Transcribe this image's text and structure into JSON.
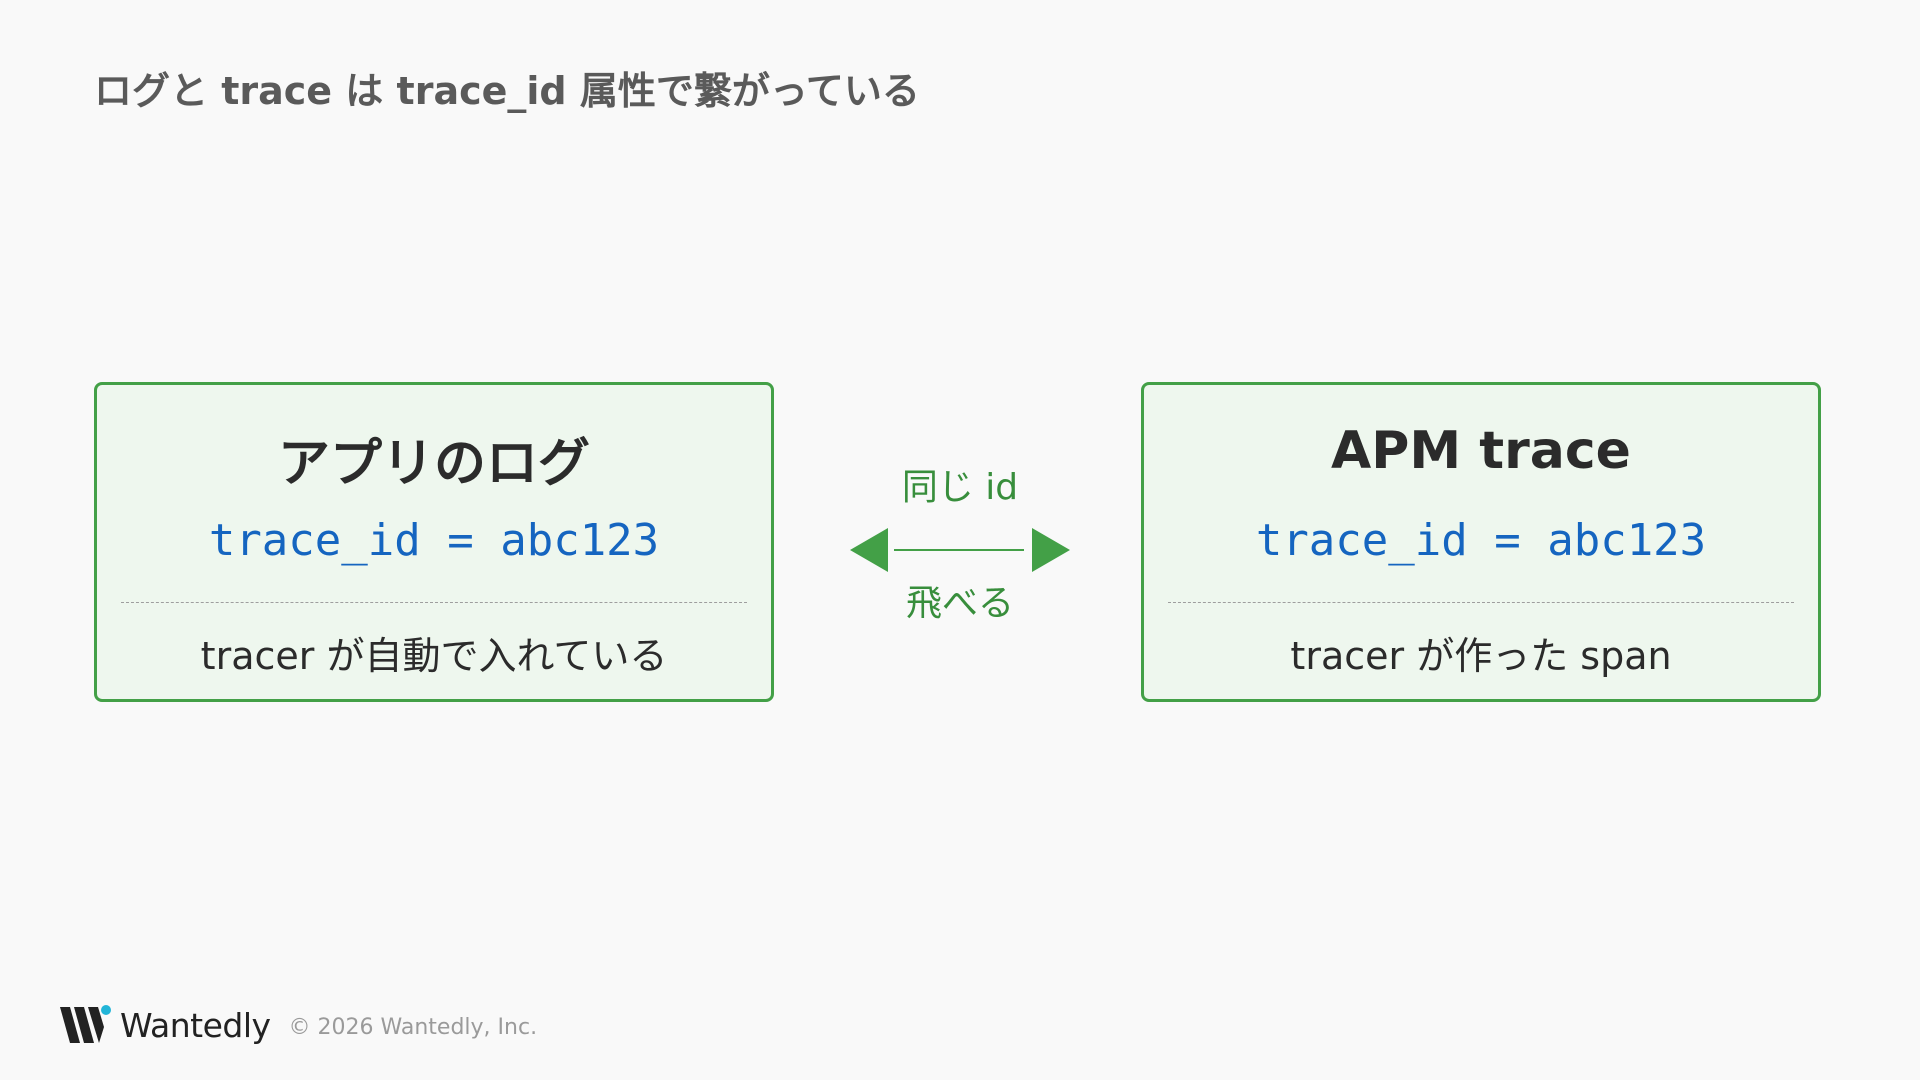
{
  "slide": {
    "title": "ログと trace は trace_id 属性で繋がっている"
  },
  "left_card": {
    "heading": "アプリのログ",
    "code": "trace_id = abc123",
    "note": "tracer が自動で入れている"
  },
  "right_card": {
    "heading": "APM trace",
    "code": "trace_id = abc123",
    "note": "tracer が作った span"
  },
  "connector": {
    "top_label": "同じ id",
    "bottom_label": "飛べる",
    "icon": "double-arrow-icon"
  },
  "footer": {
    "logo_icon": "wantedly-logo-icon",
    "wordmark": "Wantedly",
    "copyright": "© 2026 Wantedly, Inc."
  },
  "colors": {
    "accent_green": "#43a047",
    "card_fill": "#eef7ee",
    "code_blue": "#1565c0",
    "logo_cyan": "#22b5d8",
    "background": "#f9f9f9"
  }
}
